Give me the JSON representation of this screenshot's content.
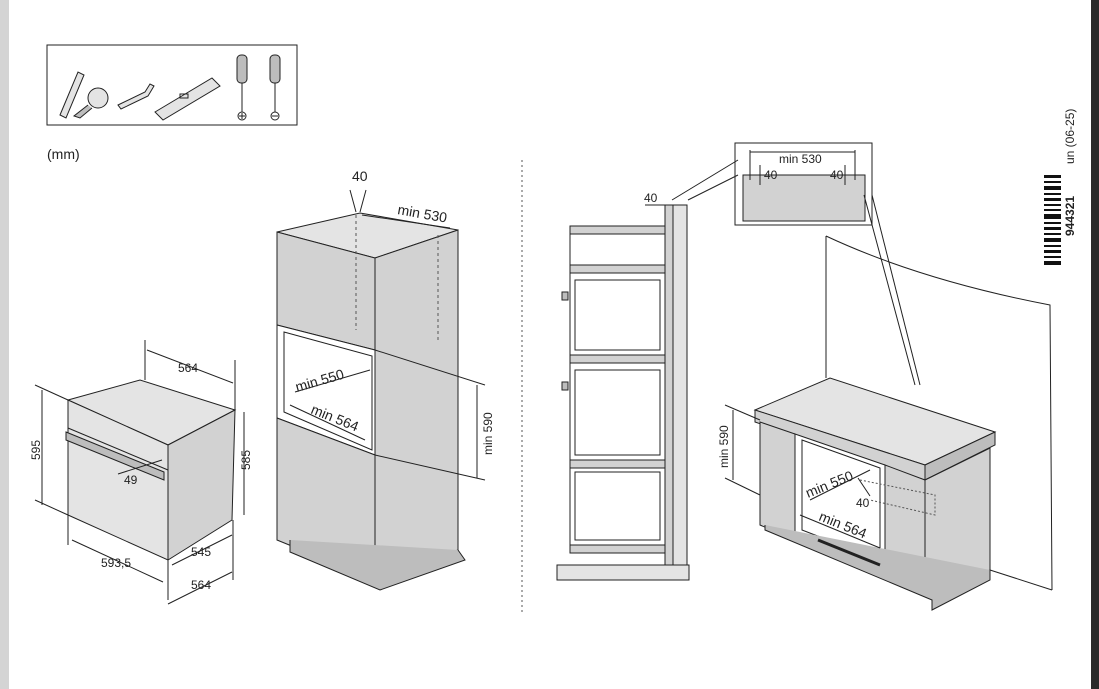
{
  "unit_label": "(mm)",
  "doc_code": "un (06-25)",
  "barcode_number": "944321",
  "tools": [
    "pencil-icon",
    "tape-measure-icon",
    "hex-key-icon",
    "spirit-level-icon",
    "phillips-screwdriver-icon",
    "flat-screwdriver-icon"
  ],
  "oven_dims": {
    "depth_top": "564",
    "height": "595",
    "side_height": "585",
    "handle": "49",
    "width": "593,5",
    "depth_body": "545",
    "depth_total": "564"
  },
  "tall_cabinet": {
    "panel": "40",
    "depth": "min 530",
    "niche_depth": "min 550",
    "niche_width": "min 564",
    "niche_height": "min 590"
  },
  "side_view": {
    "panel": "40"
  },
  "inset": {
    "depth": "min 530",
    "left_gap": "40",
    "right_gap": "40"
  },
  "undercounter": {
    "height": "min 590",
    "depth": "min 550",
    "gap": "40",
    "width": "min 564"
  }
}
